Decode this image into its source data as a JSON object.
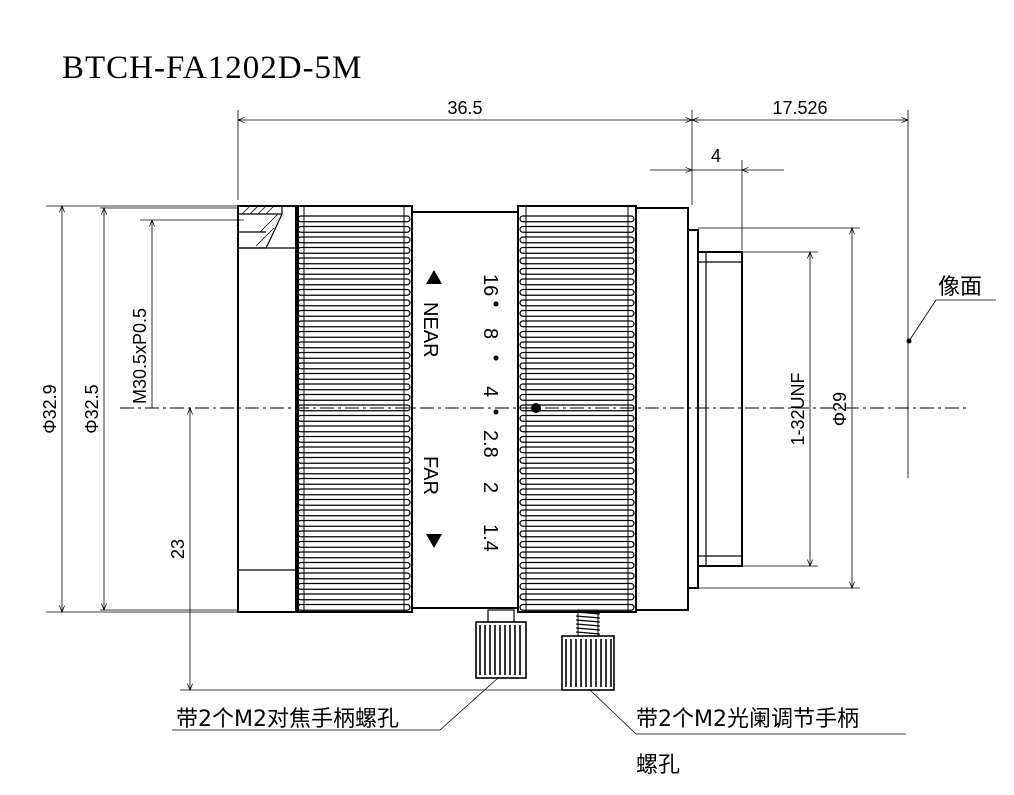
{
  "title": "BTCH-FA1202D-5M",
  "dimensions": {
    "length_body": "36.5",
    "flange_distance": "17.526",
    "thread_length": "4",
    "dia_outer": "Φ32.9",
    "dia_ring": "Φ32.5",
    "filter_thread": "M30.5xP0.5",
    "center_height": "23",
    "mount_thread": "1-32UNF",
    "dia_mount": "Φ29"
  },
  "labels": {
    "image_plane": "像面",
    "near": "NEAR",
    "far": "FAR",
    "focus_screw_note": "带2个M2对焦手柄螺孔",
    "iris_screw_note_line1": "带2个M2光阑调节手柄",
    "iris_screw_note_line2": "螺孔"
  },
  "aperture_scale": [
    "16",
    "8",
    "4",
    "2.8",
    "2",
    "1.4"
  ]
}
